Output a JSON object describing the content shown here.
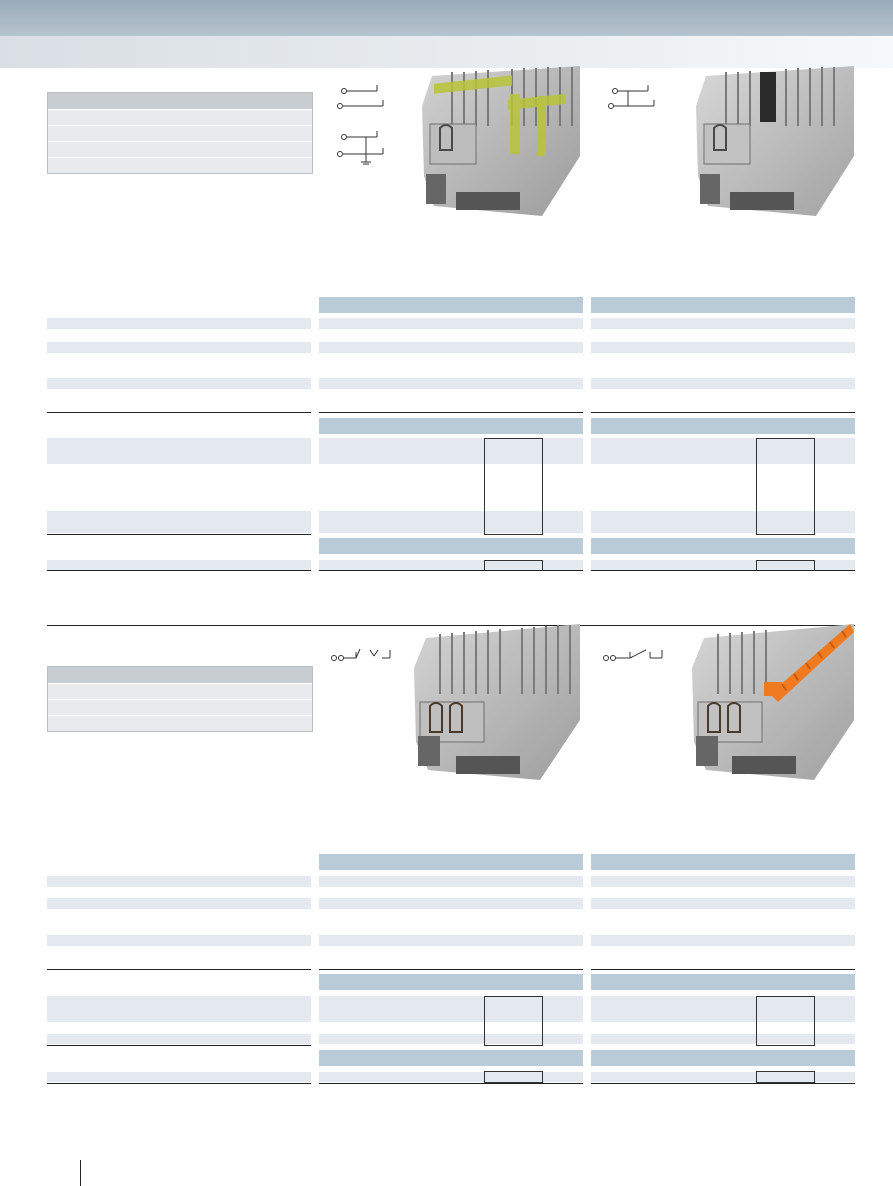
{
  "page": {
    "width": 893,
    "height": 1186
  },
  "colors": {
    "header_band": "#99acba",
    "table_head": "#b9cbd6",
    "row_band": "#e3e9ee",
    "rule": "#222222"
  },
  "sections": [
    {
      "id": "section-1",
      "products": [
        "ground-disconnect-terminal-block",
        "disconnect-terminal-block-jumper"
      ],
      "spec_rows": 4
    },
    {
      "id": "section-2",
      "products": [
        "knife-disconnect-terminal-block",
        "knife-disconnect-terminal-block-orange"
      ],
      "spec_rows": 3
    }
  ]
}
